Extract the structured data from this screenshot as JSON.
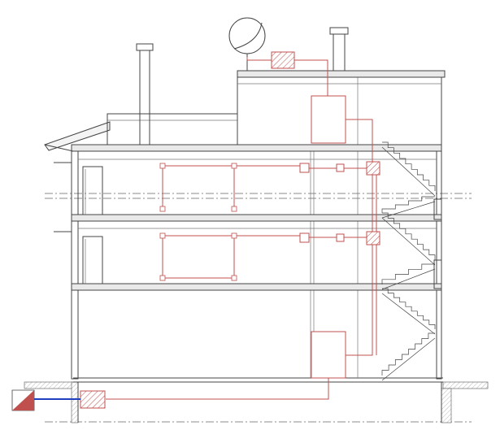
{
  "colors": {
    "building": "#444444",
    "piping": "#c0504d",
    "supply_line": "#1f3fbf",
    "axis_line": "#666666",
    "background": "#ffffff"
  },
  "drawing": {
    "type": "building-section",
    "floors": 3,
    "systems": [
      "heating-piping",
      "water-tanks",
      "boilers",
      "solar-collector"
    ]
  }
}
